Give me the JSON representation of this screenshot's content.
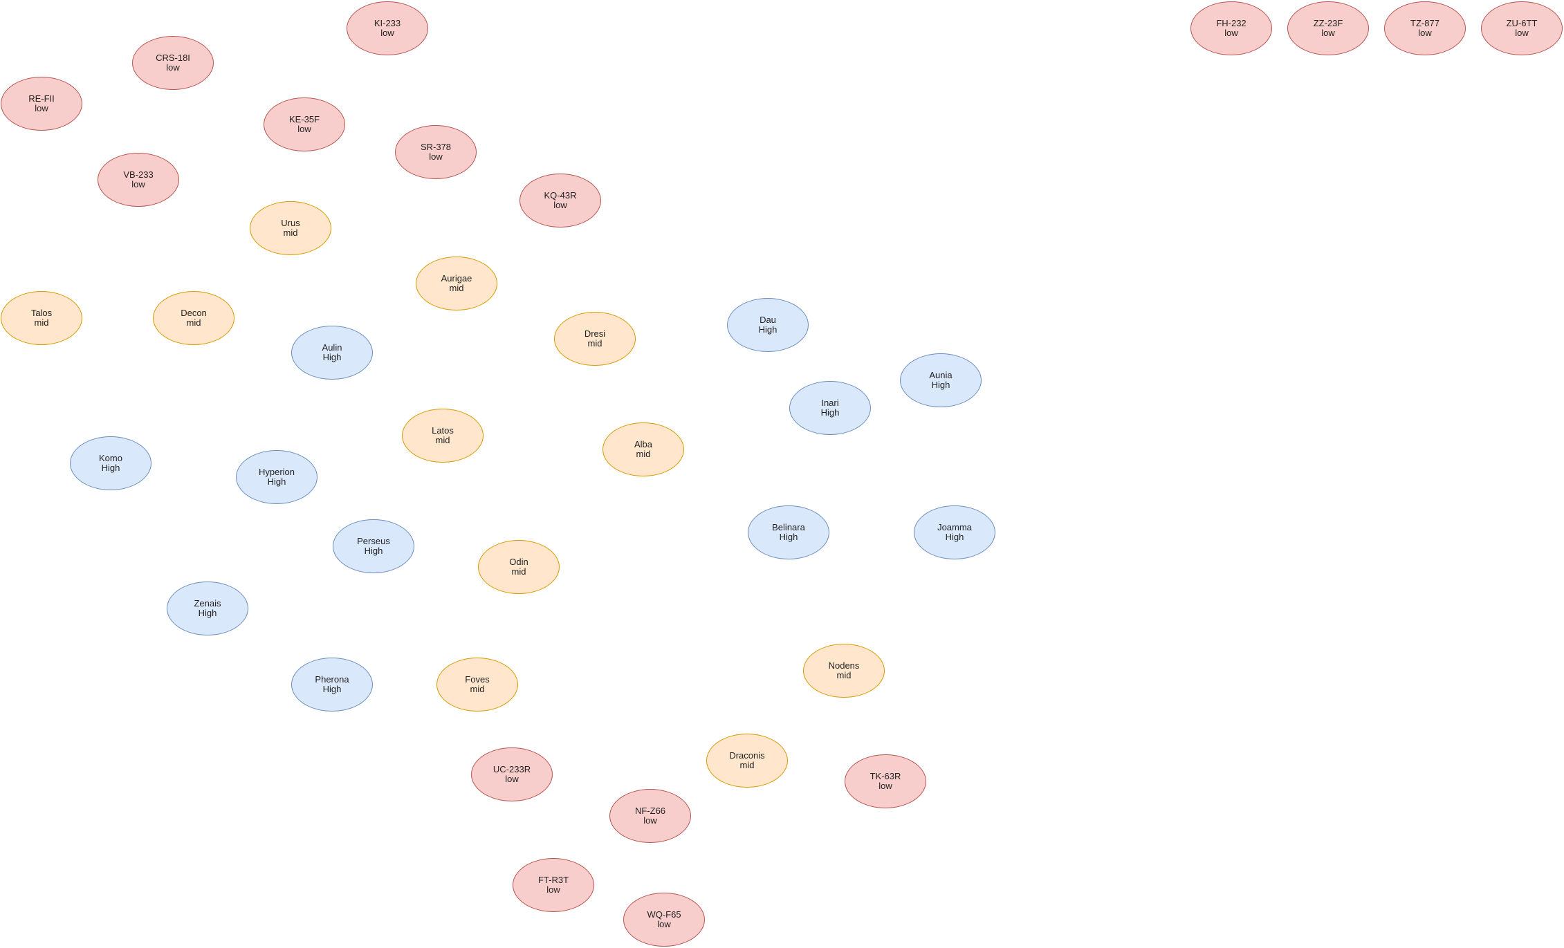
{
  "colors": {
    "low": {
      "fill": "#f8cecc",
      "stroke": "#b85450"
    },
    "mid": {
      "fill": "#ffe6cc",
      "stroke": "#d79b00"
    },
    "high": {
      "fill": "#dae8fc",
      "stroke": "#6c8ebf"
    }
  },
  "nodes": [
    {
      "name": "KI-233",
      "level": "low"
    },
    {
      "name": "CRS-18I",
      "level": "low"
    },
    {
      "name": "RE-FII",
      "level": "low"
    },
    {
      "name": "KE-35F",
      "level": "low"
    },
    {
      "name": "SR-378",
      "level": "low"
    },
    {
      "name": "VB-233",
      "level": "low"
    },
    {
      "name": "KQ-43R",
      "level": "low"
    },
    {
      "name": "FH-232",
      "level": "low"
    },
    {
      "name": "ZZ-23F",
      "level": "low"
    },
    {
      "name": "TZ-877",
      "level": "low"
    },
    {
      "name": "ZU-6TT",
      "level": "low"
    },
    {
      "name": "Urus",
      "level": "mid"
    },
    {
      "name": "Aurigae",
      "level": "mid"
    },
    {
      "name": "Talos",
      "level": "mid"
    },
    {
      "name": "Decon",
      "level": "mid"
    },
    {
      "name": "Dresi",
      "level": "mid"
    },
    {
      "name": "Aulin",
      "level": "High"
    },
    {
      "name": "Dau",
      "level": "High"
    },
    {
      "name": "Aunia",
      "level": "High"
    },
    {
      "name": "Inari",
      "level": "High"
    },
    {
      "name": "Latos",
      "level": "mid"
    },
    {
      "name": "Alba",
      "level": "mid"
    },
    {
      "name": "Komo",
      "level": "High"
    },
    {
      "name": "Hyperion",
      "level": "High"
    },
    {
      "name": "Perseus",
      "level": "High"
    },
    {
      "name": "Odin",
      "level": "mid"
    },
    {
      "name": "Belinara",
      "level": "High"
    },
    {
      "name": "Joamma",
      "level": "High"
    },
    {
      "name": "Zenais",
      "level": "High"
    },
    {
      "name": "Pherona",
      "level": "High"
    },
    {
      "name": "Foves",
      "level": "mid"
    },
    {
      "name": "Nodens",
      "level": "mid"
    },
    {
      "name": "Draconis",
      "level": "mid"
    },
    {
      "name": "UC-233R",
      "level": "low"
    },
    {
      "name": "TK-63R",
      "level": "low"
    },
    {
      "name": "NF-Z66",
      "level": "low"
    },
    {
      "name": "FT-R3T",
      "level": "low"
    },
    {
      "name": "WQ-F65",
      "level": "low"
    }
  ]
}
